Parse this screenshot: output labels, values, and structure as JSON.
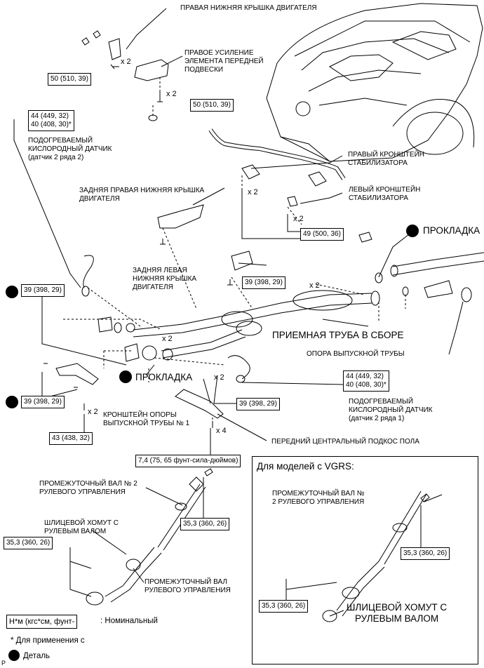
{
  "labels": {
    "right_lower_engine_cover": "ПРАВАЯ НИЖНЯЯ КРЫШКА ДВИГАТЕЛЯ",
    "right_front_susp_brace": "ПРАВОЕ УСИЛЕНИЕ\nЭЛЕМЕНТА ПЕРЕДНЕЙ\nПОДВЕСКИ",
    "heated_o2_sensor_b2s2": "ПОДОГРЕВАЕМЫЙ\nКИСЛОРОДНЫЙ ДАТЧИК\n(датчик 2 ряда 2)",
    "right_stab_bracket": "ПРАВЫЙ КРОНШТЕЙН\nСТАБИЛИЗАТОРА",
    "rear_right_lower_engine_cover": "ЗАДНЯЯ ПРАВАЯ НИЖНЯЯ КРЫШКА\nДВИГАТЕЛЯ",
    "left_stab_bracket": "ЛЕВЫЙ КРОНШТЕЙН\nСТАБИЛИЗАТОРА",
    "gasket_top": "ПРОКЛАДКА",
    "rear_left_lower_engine_cover": "ЗАДНЯЯ ЛЕВАЯ\nНИЖНЯЯ КРЫШКА\nДВИГАТЕЛЯ",
    "front_pipe_assy": "ПРИЕМНАЯ ТРУБА В СБОРЕ",
    "exhaust_pipe_support": "ОПОРА ВЫПУСКНОЙ ТРУБЫ",
    "gasket_mid": "ПРОКЛАДКА",
    "heated_o2_sensor_b1s2": "ПОДОГРЕВАЕМЫЙ\nКИСЛОРОДНЫЙ ДАТЧИК\n(датчик 2 ряда 1)",
    "exhaust_support_bracket_1": "КРОНШТЕЙН ОПОРЫ\nВЫПУСКНОЙ ТРУБЫ № 1",
    "front_floor_center_brace": "ПЕРЕДНИЙ ЦЕНТРАЛЬНЫЙ ПОДКОС ПОЛА",
    "intermediate_shaft_2": "ПРОМЕЖУТОЧНЫЙ ВАЛ № 2\nРУЛЕВОГО УПРАВЛЕНИЯ",
    "spline_yoke": "ШЛИЦЕВОЙ ХОМУТ С\nРУЛЕВЫМ ВАЛОМ",
    "intermediate_shaft": "ПРОМЕЖУТОЧНЫЙ ВАЛ\nРУЛЕВОГО УПРАВЛЕНИЯ",
    "vgrs_title": "Для моделей с VGRS:",
    "vgrs_intermediate_shaft_2": "ПРОМЕЖУТОЧНЫЙ ВАЛ №\n2 РУЛЕВОГО УПРАВЛЕНИЯ",
    "vgrs_spline_yoke": "ШЛИЦЕВОЙ ХОМУТ С\nРУЛЕВЫМ ВАЛОМ"
  },
  "torques": {
    "t50_top": "50 (510, 39)",
    "t50_mid": "50 (510, 39)",
    "t44_b2": "44 (449, 32)\n40 (408, 30)*",
    "t49": "49 (500, 36)",
    "t39_a": "39 (398, 29)",
    "t39_b": "39 (398, 29)",
    "t39_c": "39 (398, 29)",
    "t39_d": "39 (398, 29)",
    "t44_b1": "44 (449, 32)\n40 (408, 30)*",
    "t43": "43 (438, 32)",
    "t74": "7,4 (75, 65 фунт-сила-дюймов)",
    "t35_a": "35,3 (360, 26)",
    "t35_b": "35,3 (360, 26)",
    "t35_vgrs_a": "35,3 (360, 26)",
    "t35_vgrs_b": "35,3 (360, 26)"
  },
  "multipliers": {
    "m1": "x 2",
    "m2": "x 2",
    "m3": "x 2",
    "m4": "x 2",
    "m5": "x 2",
    "m6": "x 2",
    "m7": "x 2",
    "m8": "x 2",
    "m9": "x 4"
  },
  "legend": {
    "unit_box": "Н*м (кгс*см, фунт-",
    "unit_text": ": Номинальный",
    "asterisk_note": "* Для применения с",
    "part_note": "Деталь",
    "corner_mark": "P"
  }
}
